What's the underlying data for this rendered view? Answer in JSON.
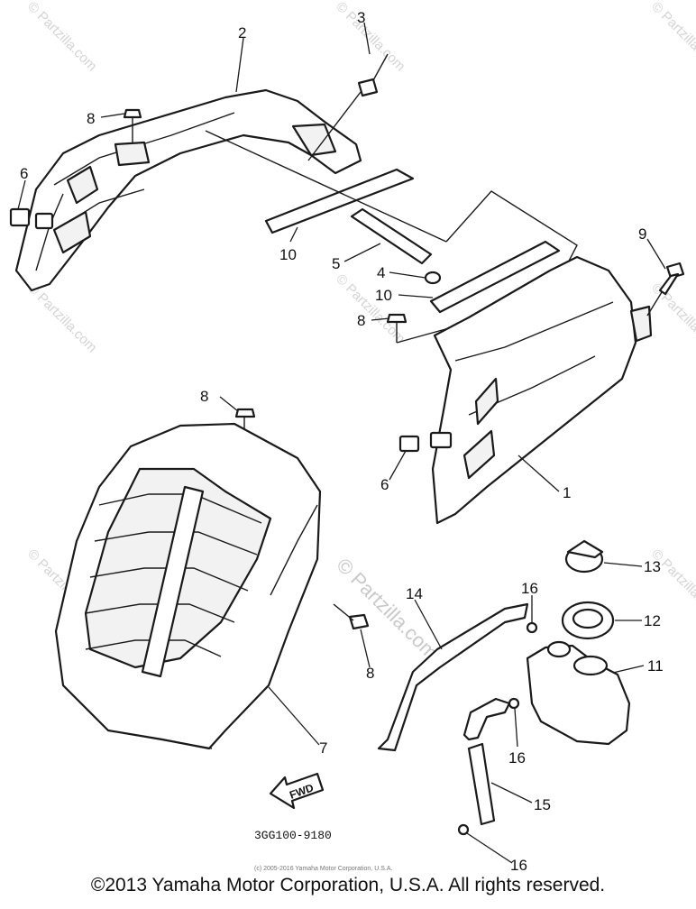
{
  "callouts": {
    "c1": "1",
    "c2": "2",
    "c3": "3",
    "c4": "4",
    "c5": "5",
    "c6a": "6",
    "c6b": "6",
    "c7": "7",
    "c8a": "8",
    "c8b": "8",
    "c8c": "8",
    "c8d": "8",
    "c9": "9",
    "c10a": "10",
    "c10b": "10",
    "c11": "11",
    "c12": "12",
    "c13": "13",
    "c14": "14",
    "c16a": "16",
    "c16b": "16",
    "c16c": "16",
    "c15": "15"
  },
  "fwd_label": "FWD",
  "diagram_code": "3GG100-9180",
  "small_copyright": "(c) 2005-2016 Yamaha Motor Corporation, U.S.A.",
  "watermark": "© Partzilla.com",
  "watermark_short": "© Partzilla.com",
  "footer": "©2013 Yamaha Motor Corporation, U.S.A. All rights reserved."
}
